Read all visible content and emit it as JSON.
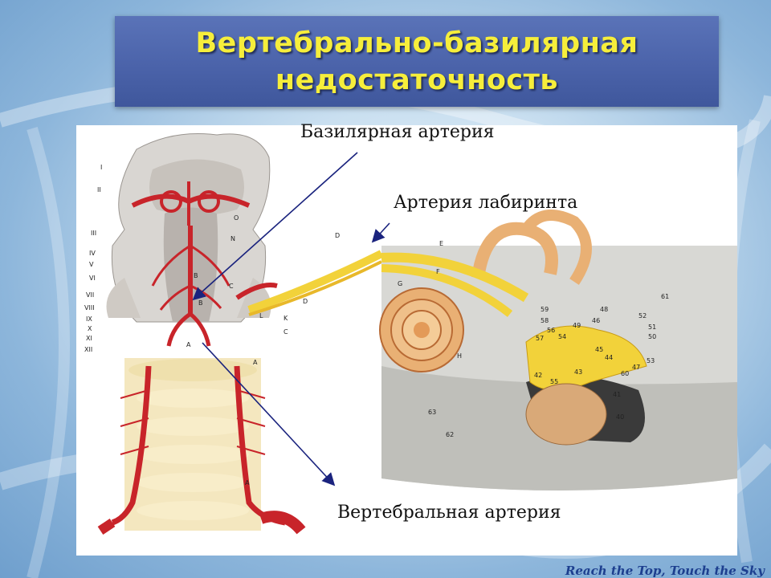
{
  "slide": {
    "title_line1": "Вертебрально-базилярная",
    "title_line2": "недостаточность",
    "footer": "Reach the Top, Touch the Sky"
  },
  "labels": {
    "basilar_artery": "Базилярная артерия",
    "labyrinth_artery": "Артерия лабиринта",
    "vertebral_artery": "Вертебральная  артерия"
  },
  "left_figure": {
    "roman_labels": [
      "I",
      "II",
      "III",
      "IV",
      "V",
      "VI",
      "VII",
      "VIII",
      "IX",
      "X",
      "XI",
      "XII"
    ],
    "letter_labels": [
      "O",
      "N",
      "B",
      "C",
      "B",
      "A",
      "L",
      "K",
      "D",
      "C",
      "A",
      "A"
    ]
  },
  "right_figure": {
    "letter_labels": [
      "D",
      "E",
      "F",
      "G",
      "H"
    ],
    "number_labels": [
      "59",
      "58",
      "56",
      "57",
      "54",
      "48",
      "46",
      "49",
      "45",
      "44",
      "52",
      "51",
      "50",
      "53",
      "47",
      "60",
      "43",
      "42",
      "55",
      "41",
      "40",
      "61",
      "63",
      "62"
    ]
  },
  "colors": {
    "title_band": "#4b63aa",
    "title_text": "#f6ee3b",
    "artery_red": "#c8242a",
    "nerve_yellow": "#f2d23a",
    "bone_cream": "#f4e7bf"
  }
}
